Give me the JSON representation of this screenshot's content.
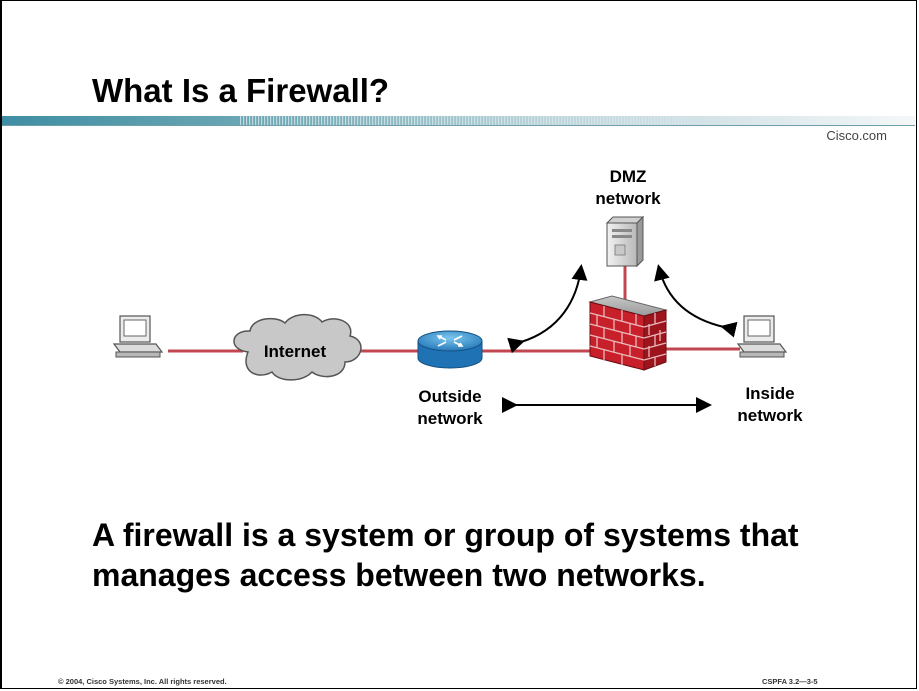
{
  "slide": {
    "title": "What Is a Firewall?",
    "brand": "Cisco.com",
    "body": "A firewall is a system or group of systems that manages access between two networks.",
    "footer_left": "© 2004, Cisco Systems, Inc. All rights reserved.",
    "footer_right": "CSPFA 3.2—3-5"
  },
  "diagram": {
    "dmz_line1": "DMZ",
    "dmz_line2": "network",
    "internet": "Internet",
    "outside_line1": "Outside",
    "outside_line2": "network",
    "inside_line1": "Inside",
    "inside_line2": "network",
    "icons": [
      "pc-icon",
      "cloud-icon",
      "router-icon",
      "firewall-icon",
      "server-icon",
      "pc-icon"
    ],
    "colors": {
      "link": "#c0474f",
      "firewall": "#c8202a",
      "router": "#2f8fd0",
      "cloud": "#c8c8c8"
    }
  }
}
